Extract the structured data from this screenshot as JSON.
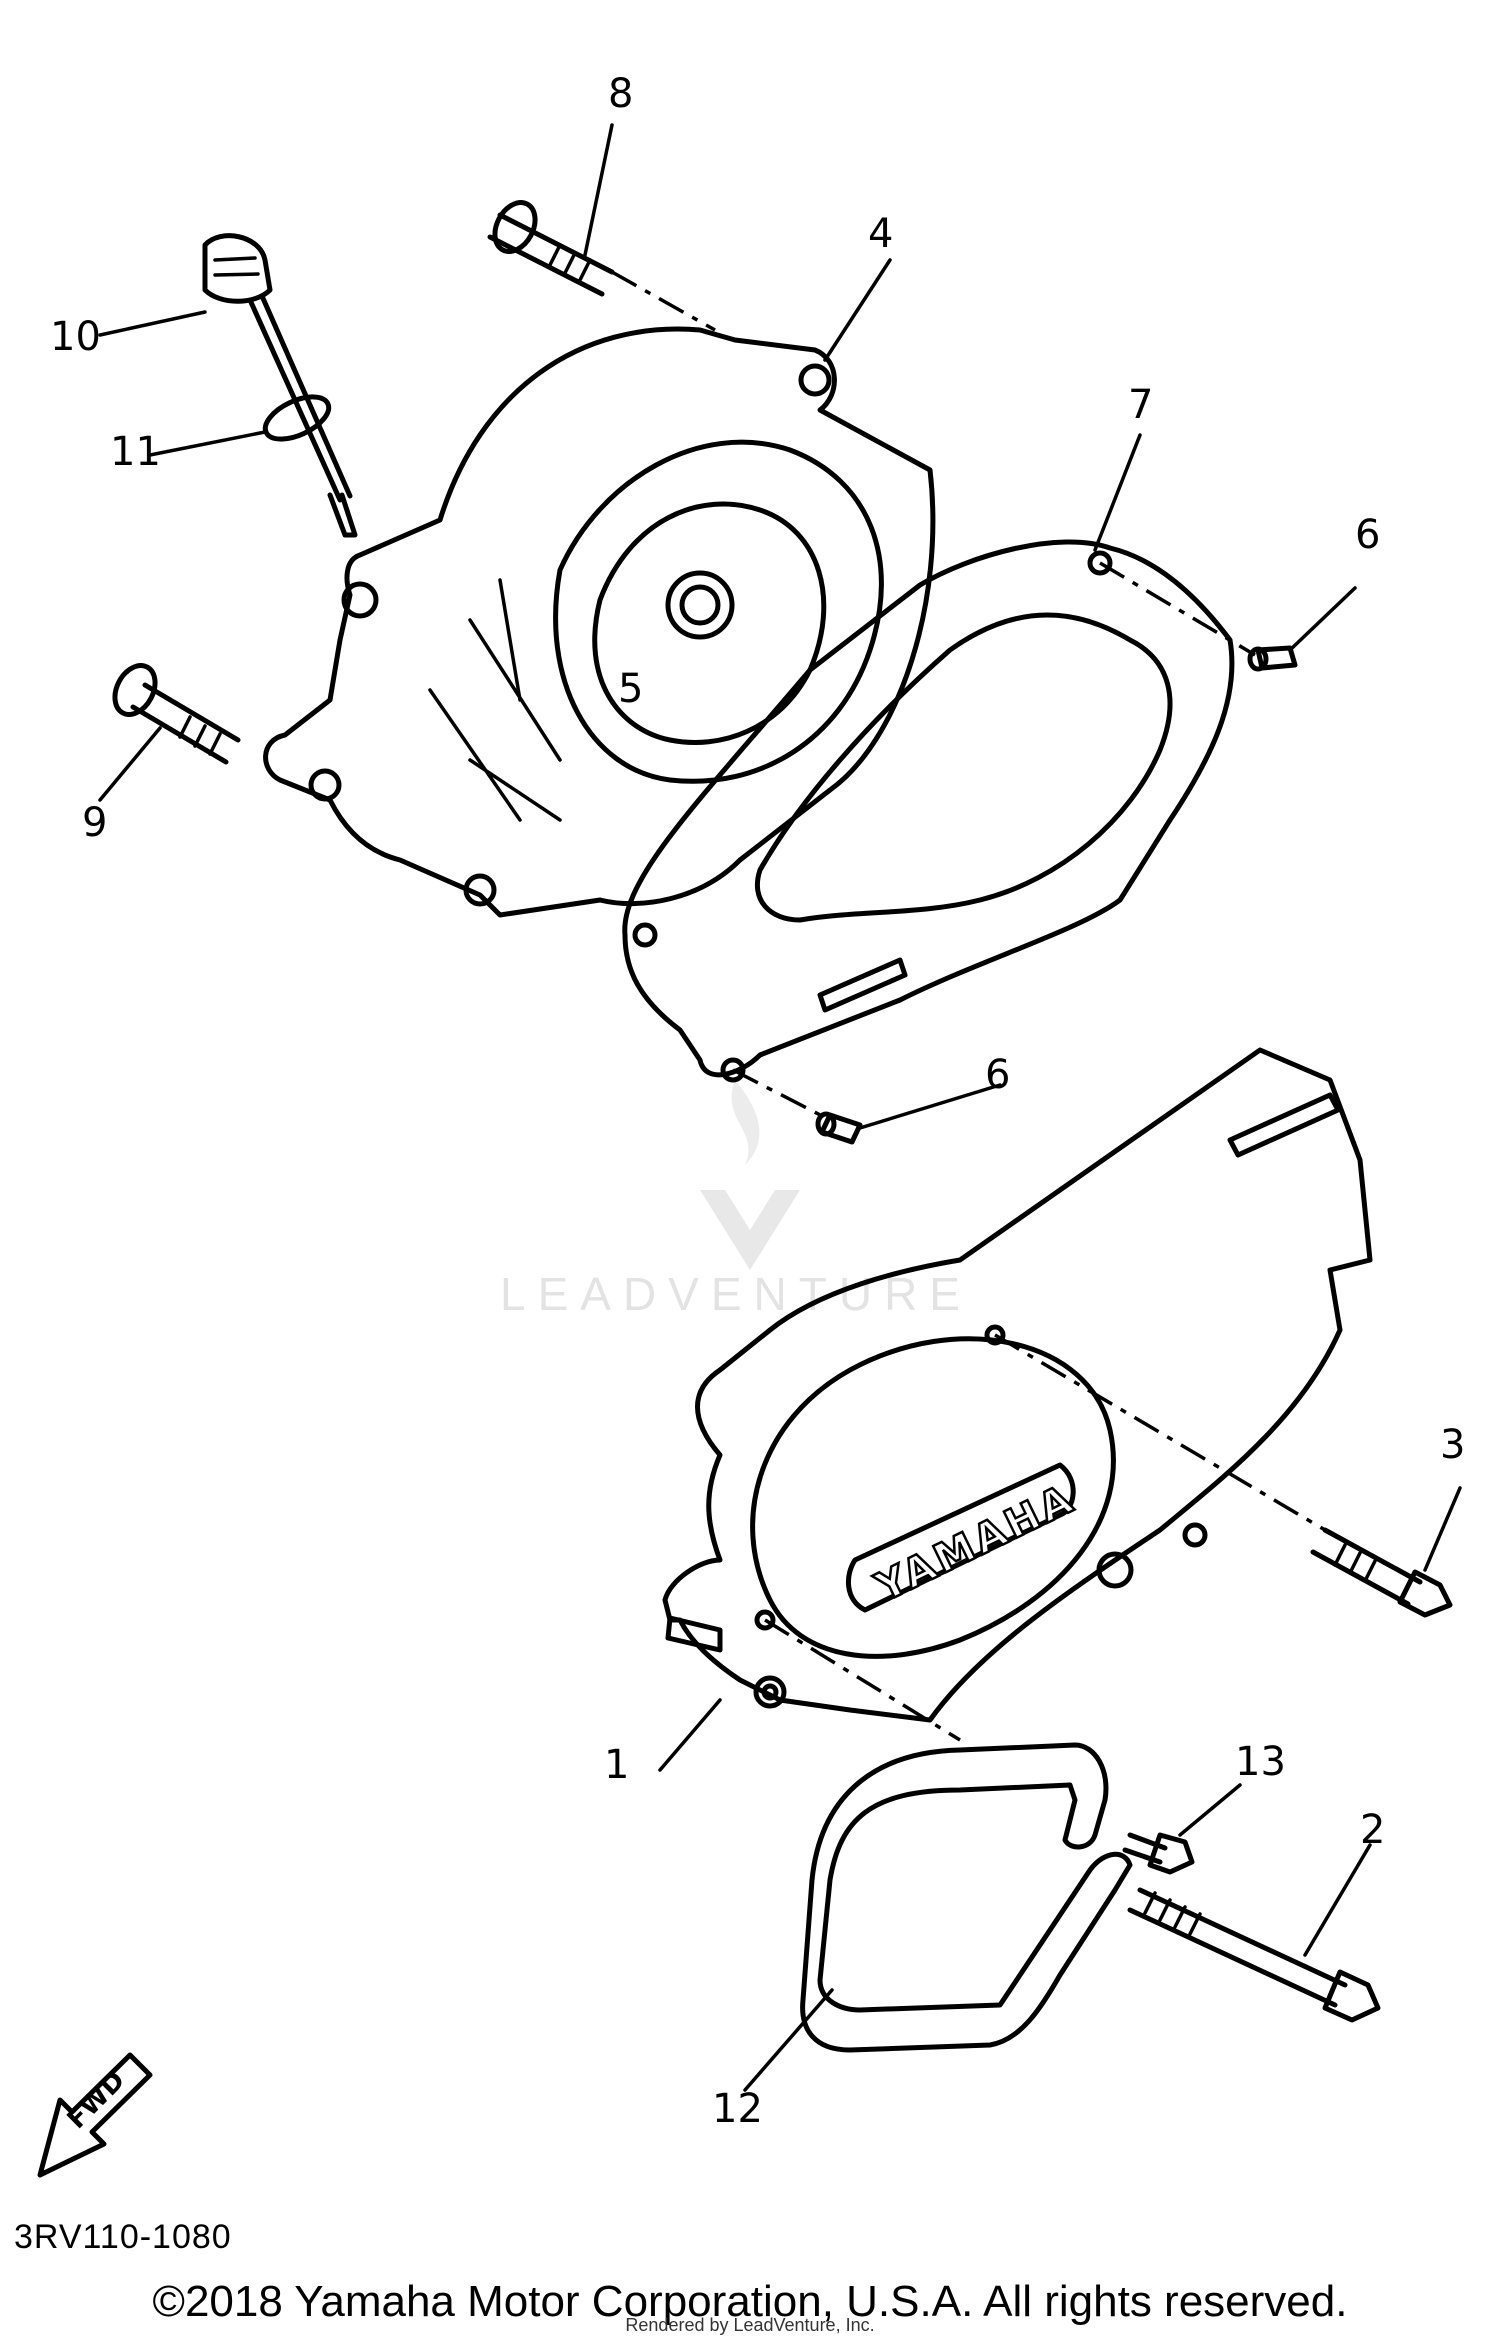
{
  "diagram": {
    "callouts": [
      {
        "label": "1"
      },
      {
        "label": "2"
      },
      {
        "label": "3"
      },
      {
        "label": "4"
      },
      {
        "label": "5"
      },
      {
        "label": "6"
      },
      {
        "label": "6"
      },
      {
        "label": "7"
      },
      {
        "label": "8"
      },
      {
        "label": "9"
      },
      {
        "label": "10"
      },
      {
        "label": "11"
      },
      {
        "label": "12"
      },
      {
        "label": "13"
      }
    ],
    "cover_logo": "YAMAHA",
    "fwd_label": "FWD",
    "watermark": "LEADVENTURE"
  },
  "footer": {
    "diagram_code": "3RV110-1080",
    "copyright": "©2018 Yamaha Motor Corporation, U.S.A. All rights reserved.",
    "rendered_by": "Rendered by LeadVenture, Inc."
  }
}
